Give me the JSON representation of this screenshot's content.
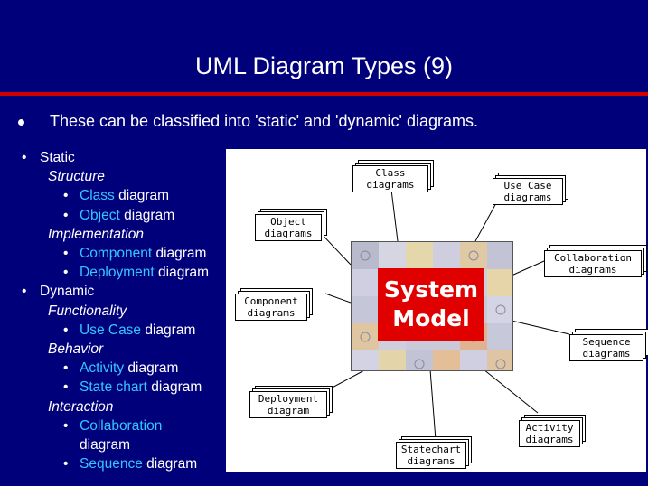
{
  "slide": {
    "title": "UML Diagram Types (9)",
    "intro": "These can be classified into 'static' and 'dynamic' diagrams."
  },
  "outline": {
    "static": "Static",
    "structure": "Structure",
    "class_kw": "Class",
    "class_rest": " diagram",
    "object_kw": "Object",
    "object_rest": " diagram",
    "implementation": "Implementation",
    "component_kw": "Component",
    "component_rest": " diagram",
    "deployment_kw": "Deployment",
    "deployment_rest": " diagram",
    "dynamic": "Dynamic",
    "functionality": "Functionality",
    "usecase_kw": "Use Case",
    "usecase_rest": " diagram",
    "behavior": "Behavior",
    "activity_kw": "Activity",
    "activity_rest": " diagram",
    "statechart_kw": "State chart",
    "statechart_rest": " diagram",
    "interaction": "Interaction",
    "collaboration_kw": "Collaboration",
    "collaboration_rest": "diagram",
    "sequence_kw": "Sequence",
    "sequence_rest": " diagram",
    "bullet": "•"
  },
  "diagram": {
    "center_line1": "System",
    "center_line2": "Model",
    "class_l1": "Class",
    "class_l2": "diagrams",
    "usecase_l1": "Use Case",
    "usecase_l2": "diagrams",
    "object_l1": "Object",
    "object_l2": "diagrams",
    "collab_l1": "Collaboration",
    "collab_l2": "diagrams",
    "component_l1": "Component",
    "component_l2": "diagrams",
    "sequence_l1": "Sequence",
    "sequence_l2": "diagrams",
    "deployment_l1": "Deployment",
    "deployment_l2": "diagram",
    "activity_l1": "Activity",
    "activity_l2": "diagrams",
    "statechart_l1": "Statechart",
    "statechart_l2": "diagrams"
  },
  "colors": {
    "background": "#00007a",
    "rule": "#d10000",
    "keyword": "#33c6ff",
    "label": "#e00000"
  }
}
